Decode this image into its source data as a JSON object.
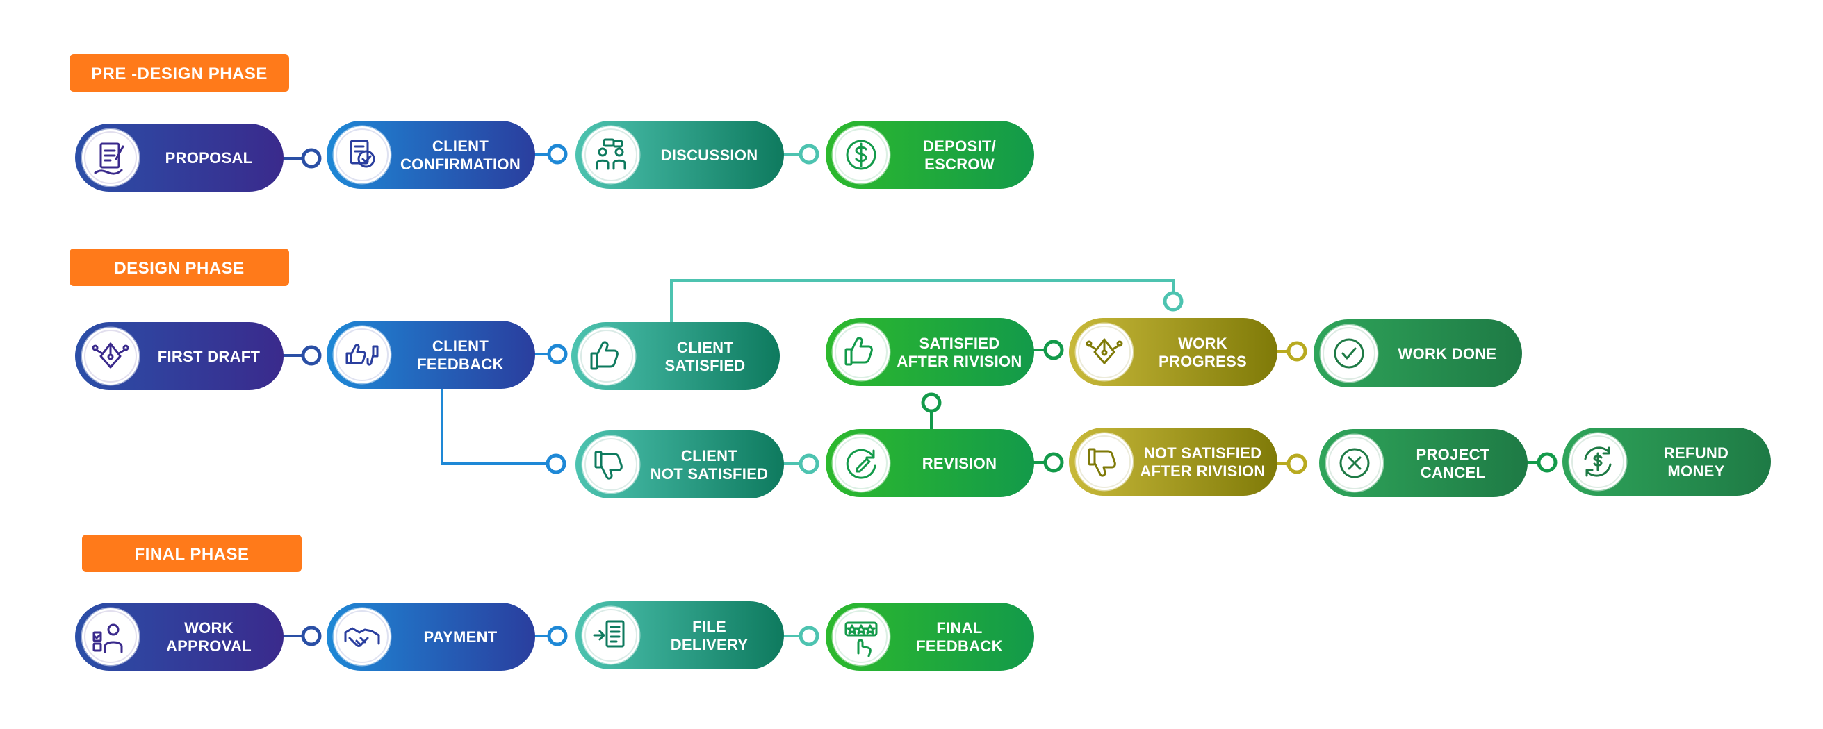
{
  "phases": [
    {
      "label": "PRE -DESIGN PHASE"
    },
    {
      "label": "DESIGN PHASE"
    },
    {
      "label": "FINAL PHASE"
    }
  ],
  "steps": {
    "proposal": {
      "lines": [
        "PROPOSAL"
      ],
      "icon": "document-signing-icon"
    },
    "client_confirmation": {
      "lines": [
        "CLIENT",
        "CONFIRMATION"
      ],
      "icon": "document-check-icon"
    },
    "discussion": {
      "lines": [
        "DISCUSSION"
      ],
      "icon": "people-chat-icon"
    },
    "deposit_escrow": {
      "lines": [
        "DEPOSIT/",
        "ESCROW"
      ],
      "icon": "dollar-coin-icon"
    },
    "first_draft": {
      "lines": [
        "FIRST DRAFT"
      ],
      "icon": "pen-nib-icon"
    },
    "client_feedback": {
      "lines": [
        "CLIENT",
        "FEEDBACK"
      ],
      "icon": "thumbs-up-down-icon"
    },
    "client_satisfied": {
      "lines": [
        "CLIENT",
        " SATISFIED"
      ],
      "icon": "thumbs-up-icon"
    },
    "satisfied_after_rivision": {
      "lines": [
        "SATISFIED",
        "AFTER RIVISION"
      ],
      "icon": "thumbs-up-icon"
    },
    "work_progress": {
      "lines": [
        "WORK",
        "PROGRESS"
      ],
      "icon": "pen-nib-icon"
    },
    "work_done": {
      "lines": [
        "WORK  DONE"
      ],
      "icon": "check-circle-icon"
    },
    "client_not_satisfied": {
      "lines": [
        "CLIENT",
        "NOT SATISFIED"
      ],
      "icon": "thumbs-down-icon"
    },
    "revision": {
      "lines": [
        "REVISION"
      ],
      "icon": "refresh-edit-icon"
    },
    "not_satisfied_after_rivision": {
      "lines": [
        "NOT SATISFIED",
        "AFTER RIVISION"
      ],
      "icon": "thumbs-down-icon"
    },
    "project_cancel": {
      "lines": [
        "PROJECT",
        "CANCEL"
      ],
      "icon": "cancel-circle-icon"
    },
    "refund_money": {
      "lines": [
        "REFUND",
        "MONEY"
      ],
      "icon": "refund-dollar-icon"
    },
    "work_approval": {
      "lines": [
        "WORK",
        "APPROVAL"
      ],
      "icon": "approval-person-icon"
    },
    "payment": {
      "lines": [
        "PAYMENT"
      ],
      "icon": "handshake-icon"
    },
    "file_delivery": {
      "lines": [
        "FILE",
        "DELIVERY"
      ],
      "icon": "file-delivery-icon"
    },
    "final_feedback": {
      "lines": [
        "FINAL",
        "FEEDBACK"
      ],
      "icon": "rating-stars-icon"
    }
  },
  "colors": {
    "phase_label": "#FF7A1A",
    "navy": [
      "#2B4FA8",
      "#3A2A8C"
    ],
    "blue": [
      "#1E88D6",
      "#2A3E9E"
    ],
    "teal": [
      "#4DC3B0",
      "#0E7A5E"
    ],
    "green": [
      "#2DB92D",
      "#139A4A"
    ],
    "olive": [
      "#C8B93A",
      "#7F7A08"
    ],
    "dkgreen": [
      "#2FA55A",
      "#1E7A45"
    ]
  }
}
